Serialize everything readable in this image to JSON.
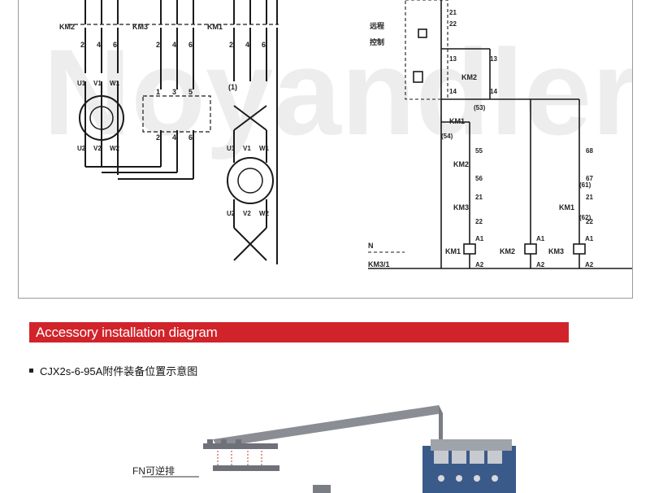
{
  "watermark": "Noyandler",
  "schematic": {
    "left_labels": {
      "km2": "KM2",
      "km3": "KM3",
      "km1": "KM1",
      "n2a": "2",
      "n4a": "4",
      "n6a": "6",
      "n2b": "2",
      "n4b": "4",
      "n6b": "6",
      "n2c": "2",
      "n4c": "4",
      "n6c": "6",
      "n1": "1",
      "n3": "3",
      "n5": "5",
      "n2d": "2",
      "n4d": "4",
      "n6d": "6",
      "paren1": "(1)",
      "u1": "U1",
      "v1": "V1",
      "w1": "W1",
      "u2": "U2",
      "v2": "V2",
      "w2": "W2",
      "u1b": "U1",
      "v1b": "V1",
      "w1b": "W1",
      "u2b": "U2",
      "v2b": "V2",
      "w2b": "W2"
    },
    "right_labels": {
      "remote": "远程",
      "control": "控制",
      "km2": "KM2",
      "km1a": "KM1",
      "km2b": "KM2",
      "km3": "KM3",
      "km1b": "KM1",
      "km1c": "KM1",
      "km2c": "KM2",
      "km3c": "KM3",
      "n": "N",
      "km3_1": "KM3/1",
      "t21": "21",
      "t22": "22",
      "t13": "13",
      "t14": "14",
      "t13b": "13",
      "t14b": "14",
      "t53": "(53)",
      "t54": "(54)",
      "t55": "55",
      "t56": "56",
      "t21b": "21",
      "t22b": "22",
      "t61": "(61)",
      "t62": "(62)",
      "t67": "67",
      "t68": "68",
      "t21c": "21",
      "t22c": "22",
      "a1a": "A1",
      "a2a": "A2",
      "a1b": "A1",
      "a2b": "A2",
      "a1c": "A1",
      "a2c": "A2"
    }
  },
  "accessory": {
    "header": "Accessory installation diagram",
    "subtitle": "CJX2s-6-95A附件装备位置示意图",
    "fn_label": "FN可逆排"
  },
  "colors": {
    "header_red": "#d1232a",
    "contactor_blue": "#2d4b7a",
    "busbar_gray": "#8a8d94"
  }
}
